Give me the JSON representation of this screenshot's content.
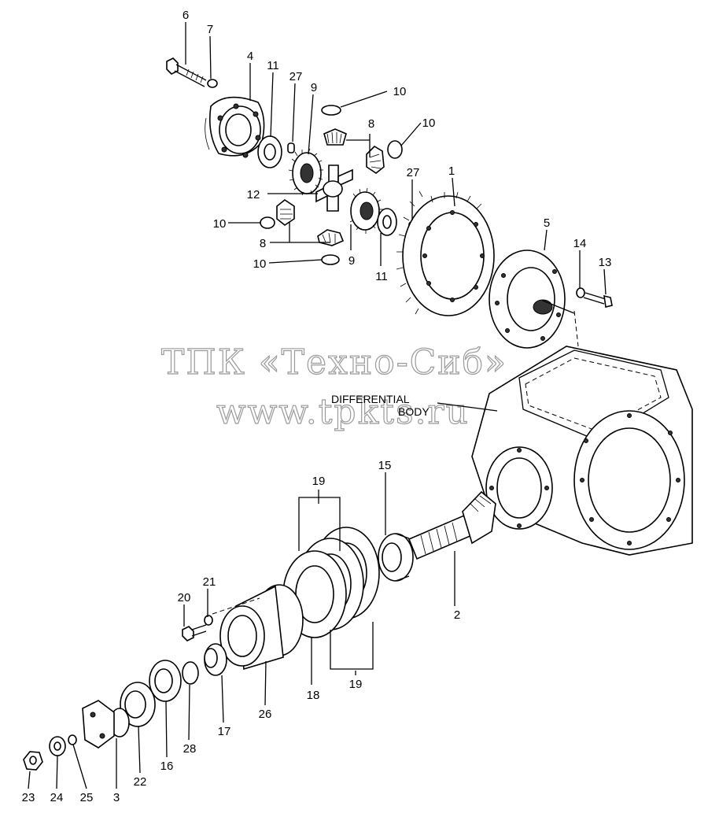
{
  "watermark": {
    "line1": "ТПК «Техно-Сиб»",
    "line2": "www.tpkts.ru"
  },
  "callout": {
    "line1": "DIFFERENTIAL",
    "line2": "BODY"
  },
  "labels": {
    "l1": "1",
    "l2": "2",
    "l3": "3",
    "l4": "4",
    "l5": "5",
    "l6": "6",
    "l7": "7",
    "l8a": "8",
    "l8b": "8",
    "l9a": "9",
    "l9b": "9",
    "l10a": "10",
    "l10b": "10",
    "l10c": "10",
    "l10d": "10",
    "l11a": "11",
    "l11b": "11",
    "l12": "12",
    "l13": "13",
    "l14": "14",
    "l15": "15",
    "l16": "16",
    "l17": "17",
    "l18": "18",
    "l19a": "19",
    "l19b": "19",
    "l20": "20",
    "l21": "21",
    "l22": "22",
    "l23": "23",
    "l24": "24",
    "l25": "25",
    "l26": "26",
    "l27a": "27",
    "l27b": "27",
    "l28": "28"
  }
}
